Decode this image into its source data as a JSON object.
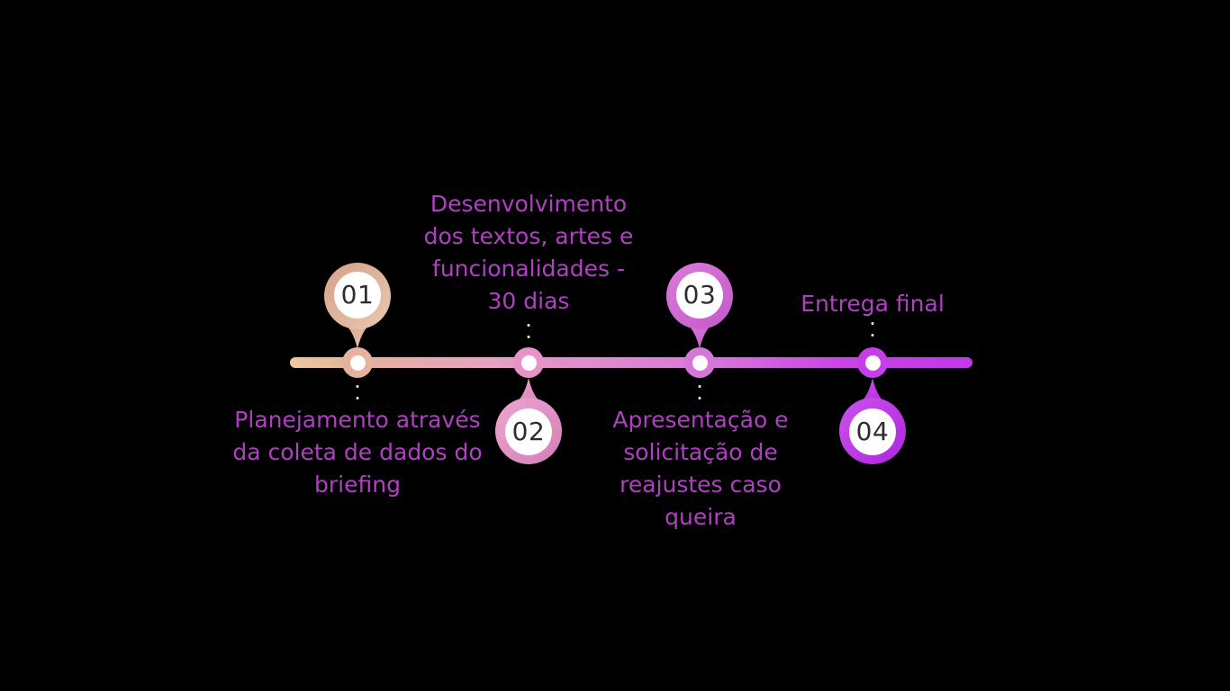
{
  "background": "#000000",
  "text_color": "#b040c2",
  "number_color": "#2d2d2d",
  "line": {
    "gradient": [
      "#ecc99e",
      "#e4b19d",
      "#e6a3c2",
      "#e495ca",
      "#d77bd6",
      "#c742e7",
      "#c138e9"
    ]
  },
  "steps": [
    {
      "number": "01",
      "label": "Planejamento através\nda coleta de dados do\nbriefing",
      "label_position": "below",
      "pin_direction": "down",
      "pin_color_from": "#d5a08b",
      "pin_color_to": "#e9c9ae",
      "node_color": "#e5b29e"
    },
    {
      "number": "02",
      "label": "Desenvolvimento\ndos textos, artes e\nfuncionalidades -\n30 dias",
      "label_position": "above",
      "pin_direction": "up",
      "pin_color_from": "#eea6d0",
      "pin_color_to": "#d27fb6",
      "node_color": "#e693c8"
    },
    {
      "number": "03",
      "label": "Apresentação e\nsolicitação de\nreajustes caso\nqueira",
      "label_position": "below",
      "pin_direction": "down",
      "pin_color_from": "#da7bdc",
      "pin_color_to": "#c459c8",
      "node_color": "#d577d8"
    },
    {
      "number": "04",
      "label": "Entrega final",
      "label_position": "above",
      "pin_direction": "up",
      "pin_color_from": "#cb53ee",
      "pin_color_to": "#ae25dc",
      "node_color": "#c53ee9"
    }
  ]
}
